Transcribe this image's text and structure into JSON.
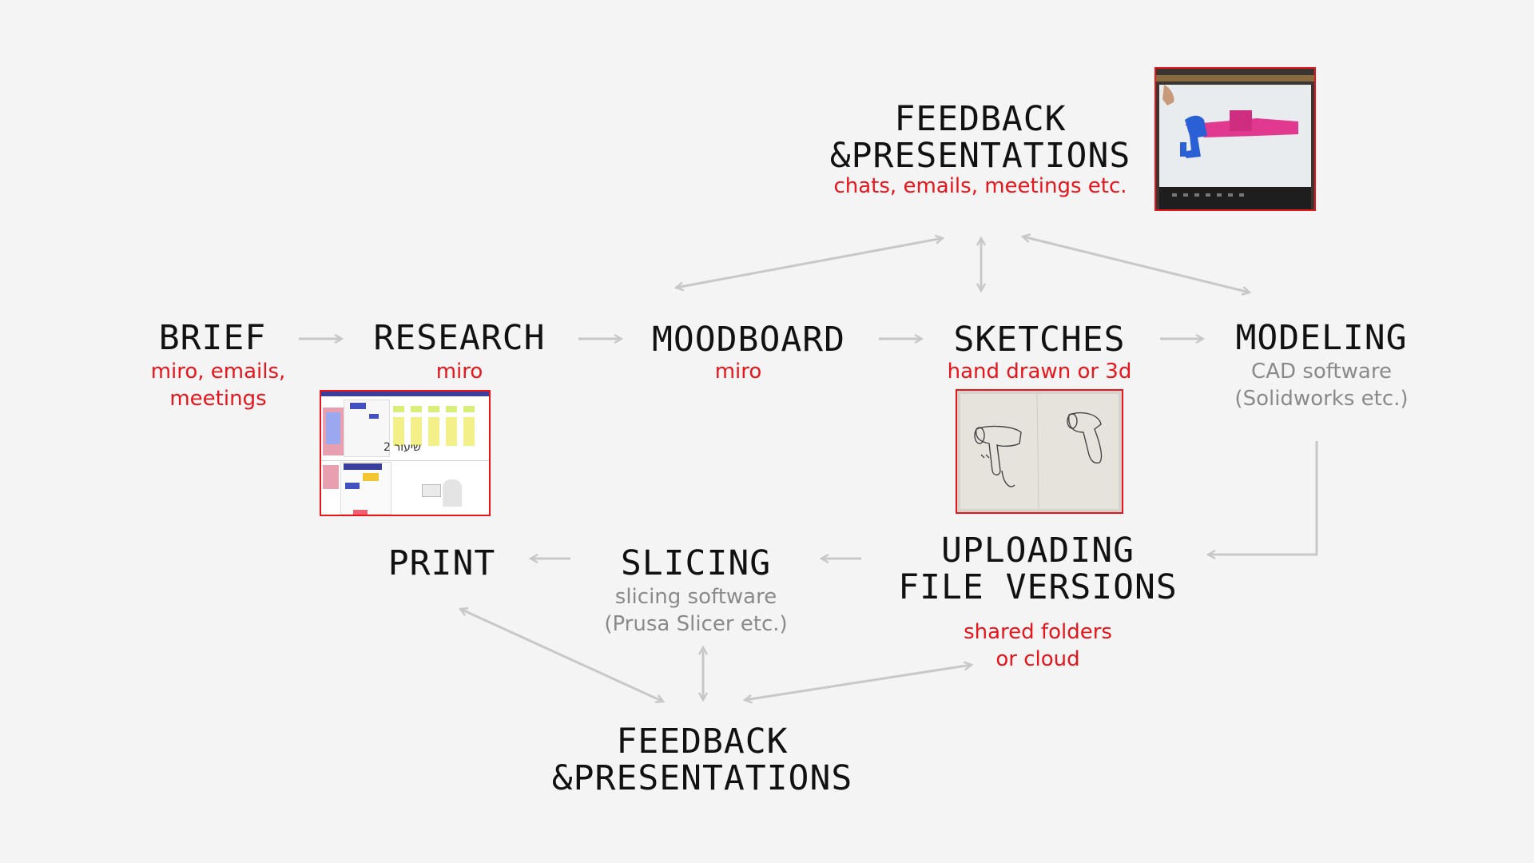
{
  "nodes": {
    "brief": {
      "title": [
        "BRIEF"
      ],
      "sub": [
        "miro, emails,",
        "meetings"
      ]
    },
    "research": {
      "title": [
        "RESEARCH"
      ],
      "sub": [
        "miro"
      ]
    },
    "moodboard": {
      "title": [
        "MOODBOARD"
      ],
      "sub": [
        "miro"
      ]
    },
    "sketches": {
      "title": [
        "SKETCHES"
      ],
      "sub": [
        "hand drawn or 3d"
      ]
    },
    "modeling": {
      "title": [
        "MODELING"
      ],
      "sub": [
        "CAD software",
        "(Solidworks etc.)"
      ]
    },
    "feedback_top": {
      "title": [
        "FEEDBACK",
        "&PRESENTATIONS"
      ],
      "sub": [
        "chats, emails, meetings etc."
      ]
    },
    "uploading": {
      "title": [
        "UPLOADING",
        "FILE VERSIONS"
      ],
      "sub": [
        "shared folders",
        "or cloud"
      ]
    },
    "slicing": {
      "title": [
        "SLICING"
      ],
      "sub": [
        "slicing software",
        "(Prusa Slicer etc.)"
      ]
    },
    "print": {
      "title": [
        "PRINT"
      ]
    },
    "feedback_bottom": {
      "title": [
        "FEEDBACK",
        "&PRESENTATIONS"
      ]
    }
  },
  "images": {
    "miro_thumb_text": "שיעור 2"
  },
  "colors": {
    "background": "#f4f4f4",
    "title": "#111111",
    "accent_red": "#e8151b",
    "secondary_gray": "#8a8a8a",
    "arrow": "#c8c8c8"
  }
}
